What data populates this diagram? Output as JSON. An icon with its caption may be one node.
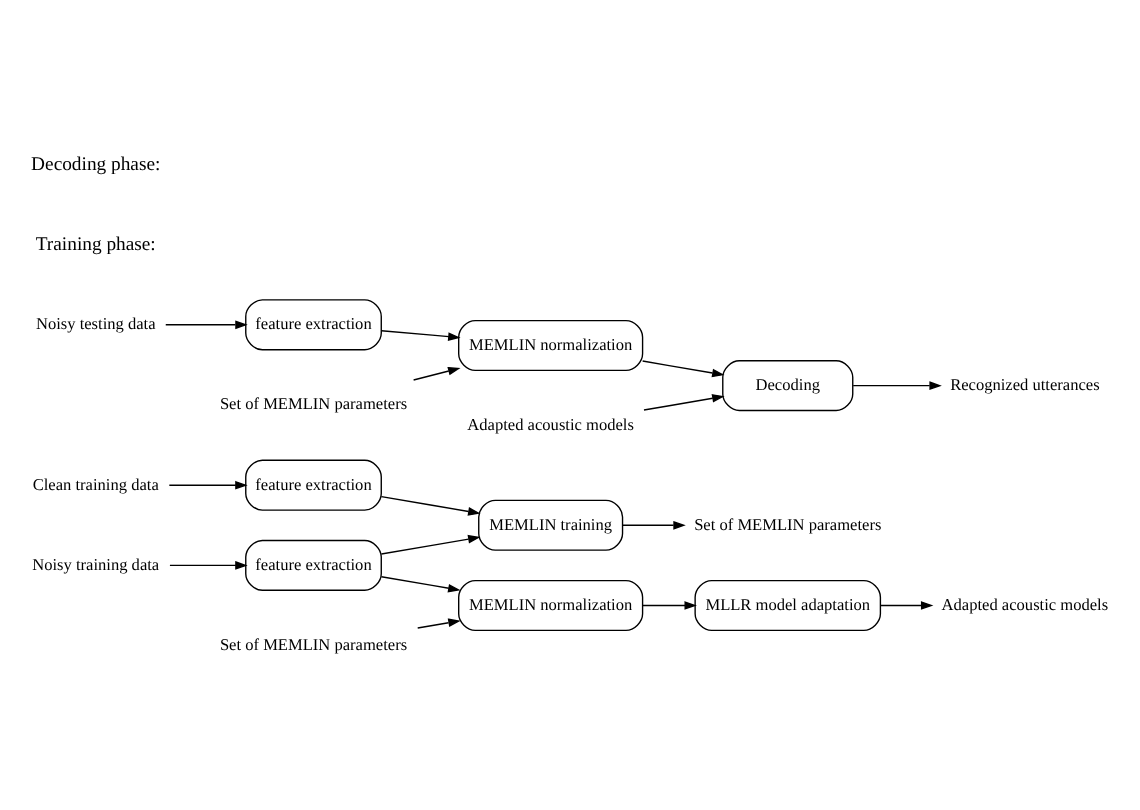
{
  "diagram": {
    "nodes": [
      {
        "text": [
          "Clean training data"
        ]
      },
      {
        "text": [
          "feature extraction"
        ]
      },
      {
        "text": [
          "Noisy training data"
        ]
      },
      {
        "text": [
          "feature extraction"
        ]
      },
      {
        "text": [
          "MEMLIN training"
        ]
      },
      {
        "text": [
          "Set of MEMLIN parameters"
        ]
      },
      {
        "text": [
          "MEMLIN normalization"
        ]
      },
      {
        "text": [
          "Set of MEMLIN parameters"
        ]
      },
      {
        "text": [
          "MLLR model adaptation"
        ]
      },
      {
        "text": [
          "Adapted acoustic models"
        ]
      },
      {
        "text": [
          "Noisy testing data"
        ]
      },
      {
        "text": [
          "feature extraction"
        ]
      },
      {
        "text": [
          "MEMLIN normalization"
        ]
      },
      {
        "text": [
          "Set of MEMLIN parameters"
        ]
      },
      {
        "text": [
          "Decoding"
        ]
      },
      {
        "text": [
          "Adapted acoustic models"
        ]
      },
      {
        "text": [
          "Recognized utterances"
        ]
      }
    ],
    "edges": [
      {
        "from": 0,
        "to": 1,
        "arrow": "to"
      },
      {
        "from": 1,
        "to": 4,
        "arrow": "to"
      },
      {
        "from": 2,
        "to": 3,
        "arrow": "to"
      },
      {
        "from": 3,
        "to": 4,
        "arrow": "to"
      },
      {
        "from": 4,
        "to": 5,
        "arrow": "to"
      },
      {
        "from": 3,
        "to": 6,
        "arrow": "to"
      },
      {
        "from": 7,
        "to": 6,
        "arrow": "to"
      },
      {
        "from": 6,
        "to": 8,
        "arrow": "to"
      },
      {
        "from": 8,
        "to": 9,
        "arrow": "to"
      },
      {
        "from": 10,
        "to": 11,
        "arrow": "to"
      },
      {
        "from": 11,
        "to": 12,
        "arrow": "to"
      },
      {
        "from": 13,
        "to": 12,
        "arrow": "to"
      },
      {
        "from": 12,
        "to": 14,
        "arrow": "to"
      },
      {
        "from": 15,
        "to": 14,
        "arrow": "to"
      },
      {
        "from": 14,
        "to": 16,
        "arrow": "to"
      }
    ],
    "labels": [
      "Training phase:",
      "Decoding phase:"
    ]
  }
}
